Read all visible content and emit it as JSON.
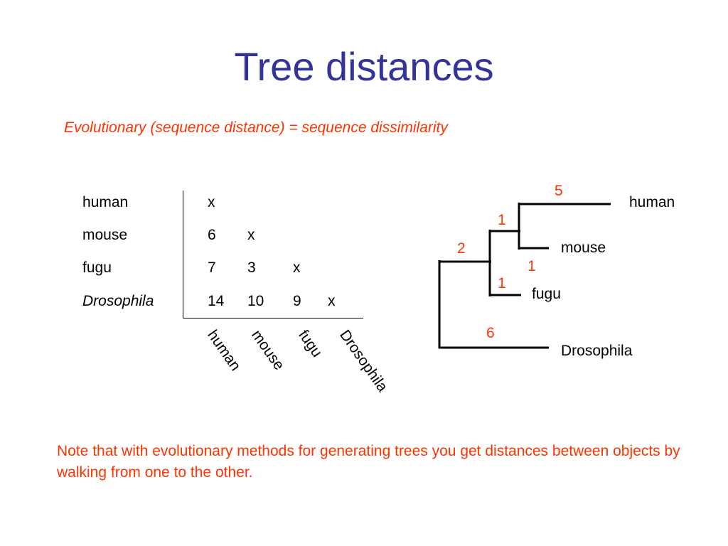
{
  "title": "Tree distances",
  "subtitle": "Evolutionary (sequence distance) =  sequence dissimilarity",
  "colors": {
    "title": "#333399",
    "accent": "#ff3300",
    "text": "#000000"
  },
  "matrix": {
    "row_labels": [
      "human",
      "mouse",
      "fugu",
      "Drosophila"
    ],
    "col_labels": [
      "human",
      "mouse",
      "fugu",
      "Drosophila"
    ],
    "rows": [
      [
        "x"
      ],
      [
        "6",
        "x"
      ],
      [
        "7",
        "3",
        "x"
      ],
      [
        "14",
        "10",
        "9",
        "x"
      ]
    ]
  },
  "tree": {
    "leaves": [
      "human",
      "mouse",
      "fugu",
      "Drosophila"
    ],
    "branch_lengths": {
      "human": "5",
      "mouse": "1",
      "human_mouse_ancestor": "1",
      "fugu": "1",
      "hmf_ancestor": "2",
      "drosophila": "6"
    }
  },
  "note": "Note that with evolutionary methods for generating trees you get distances between objects by walking from one to the other."
}
